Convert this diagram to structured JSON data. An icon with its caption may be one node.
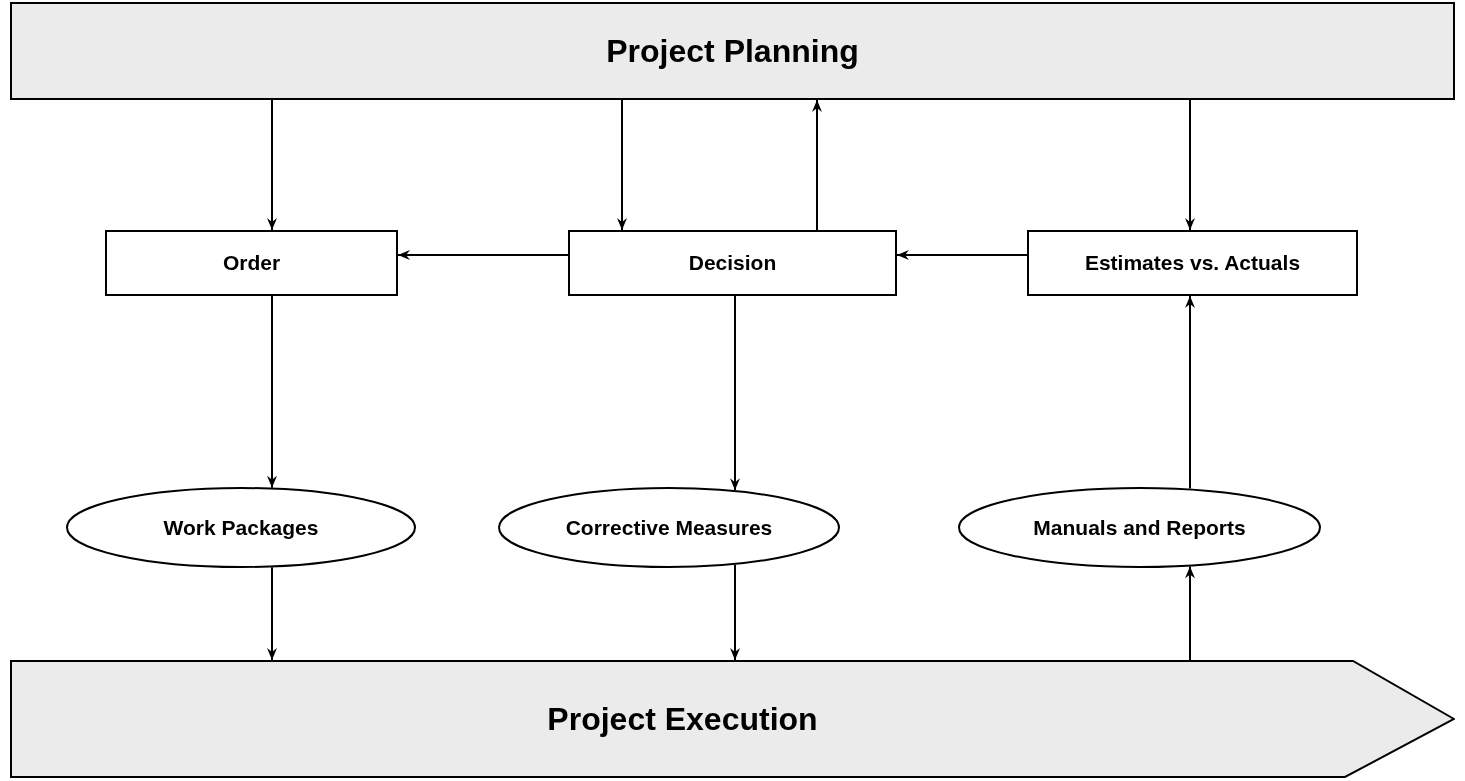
{
  "diagram": {
    "nodes": [
      {
        "text": [
          "Project Planning"
        ]
      },
      {
        "text": [
          "Order"
        ]
      },
      {
        "text": [
          "Decision"
        ]
      },
      {
        "text": [
          "Estimates vs. Actuals"
        ]
      },
      {
        "text": [
          "Work Packages"
        ]
      },
      {
        "text": [
          "Corrective Measures"
        ]
      },
      {
        "text": [
          "Manuals and Reports"
        ]
      },
      {
        "text": [
          "Project Execution"
        ]
      }
    ],
    "edges": [
      {
        "from": 0,
        "to": 1,
        "arrow": "to"
      },
      {
        "from": 0,
        "to": 2,
        "arrow": "to"
      },
      {
        "from": 2,
        "to": 0,
        "arrow": "to"
      },
      {
        "from": 0,
        "to": 3,
        "arrow": "to"
      },
      {
        "from": 2,
        "to": 1,
        "arrow": "to"
      },
      {
        "from": 3,
        "to": 2,
        "arrow": "to"
      },
      {
        "from": 1,
        "to": 4,
        "arrow": "to"
      },
      {
        "from": 2,
        "to": 5,
        "arrow": "to"
      },
      {
        "from": 6,
        "to": 3,
        "arrow": "to"
      },
      {
        "from": 4,
        "to": 7,
        "arrow": "to"
      },
      {
        "from": 5,
        "to": 7,
        "arrow": "to"
      },
      {
        "from": 7,
        "to": 6,
        "arrow": "to"
      }
    ]
  }
}
